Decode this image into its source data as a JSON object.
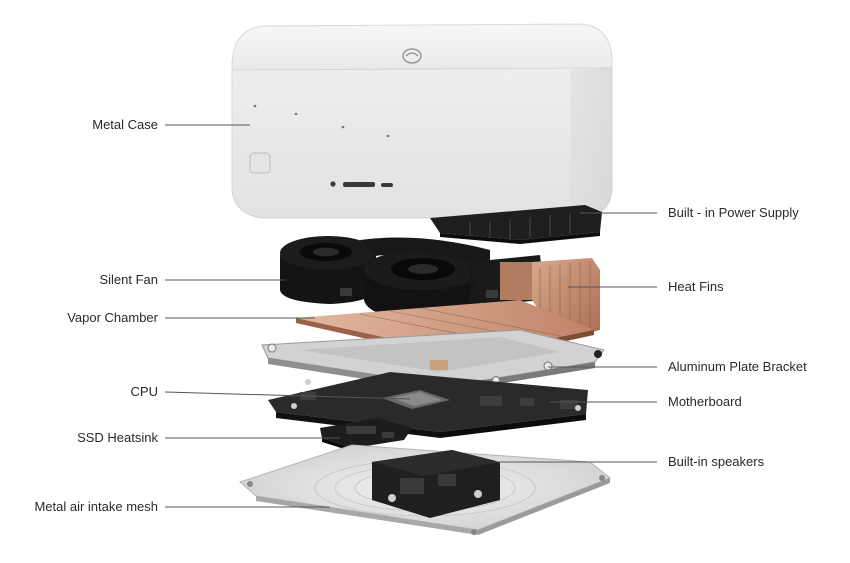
{
  "labels_left": [
    {
      "key": "metal-case",
      "text": "Metal Case"
    },
    {
      "key": "silent-fan",
      "text": "Silent Fan"
    },
    {
      "key": "vapor-chamber",
      "text": "Vapor Chamber"
    },
    {
      "key": "cpu",
      "text": "CPU"
    },
    {
      "key": "ssd-heatsink",
      "text": "SSD Heatsink"
    },
    {
      "key": "metal-air-intake-mesh",
      "text": "Metal air intake mesh"
    }
  ],
  "labels_right": [
    {
      "key": "built-in-power-supply",
      "text": "Built - in Power Supply"
    },
    {
      "key": "heat-fins",
      "text": "Heat Fins"
    },
    {
      "key": "aluminum-plate-bracket",
      "text": "Aluminum Plate Bracket"
    },
    {
      "key": "motherboard",
      "text": "Motherboard"
    },
    {
      "key": "built-in-speakers",
      "text": "Built-in speakers"
    }
  ],
  "colors": {
    "case": "#ececec",
    "leader_line": "#555555",
    "copper": "#c9957a",
    "fan": "#161616",
    "pcb": "#2b2b2b",
    "mesh": "#d9d9d9"
  }
}
